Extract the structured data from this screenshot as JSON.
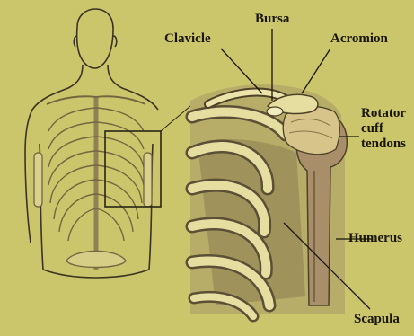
{
  "labels": {
    "clavicle": "Clavicle",
    "bursa": "Bursa",
    "acromion": "Acromion",
    "rotator_line1": "Rotator",
    "rotator_line2": "cuff",
    "rotator_line3": "tendons",
    "humerus": "Humerus",
    "scapula": "Scapula"
  },
  "colors": {
    "background": "#cbc56c",
    "bone": "#e6dda0",
    "bone_dark": "#5b4f36",
    "muscle": "#a88f6a",
    "ink": "#1a1608"
  }
}
